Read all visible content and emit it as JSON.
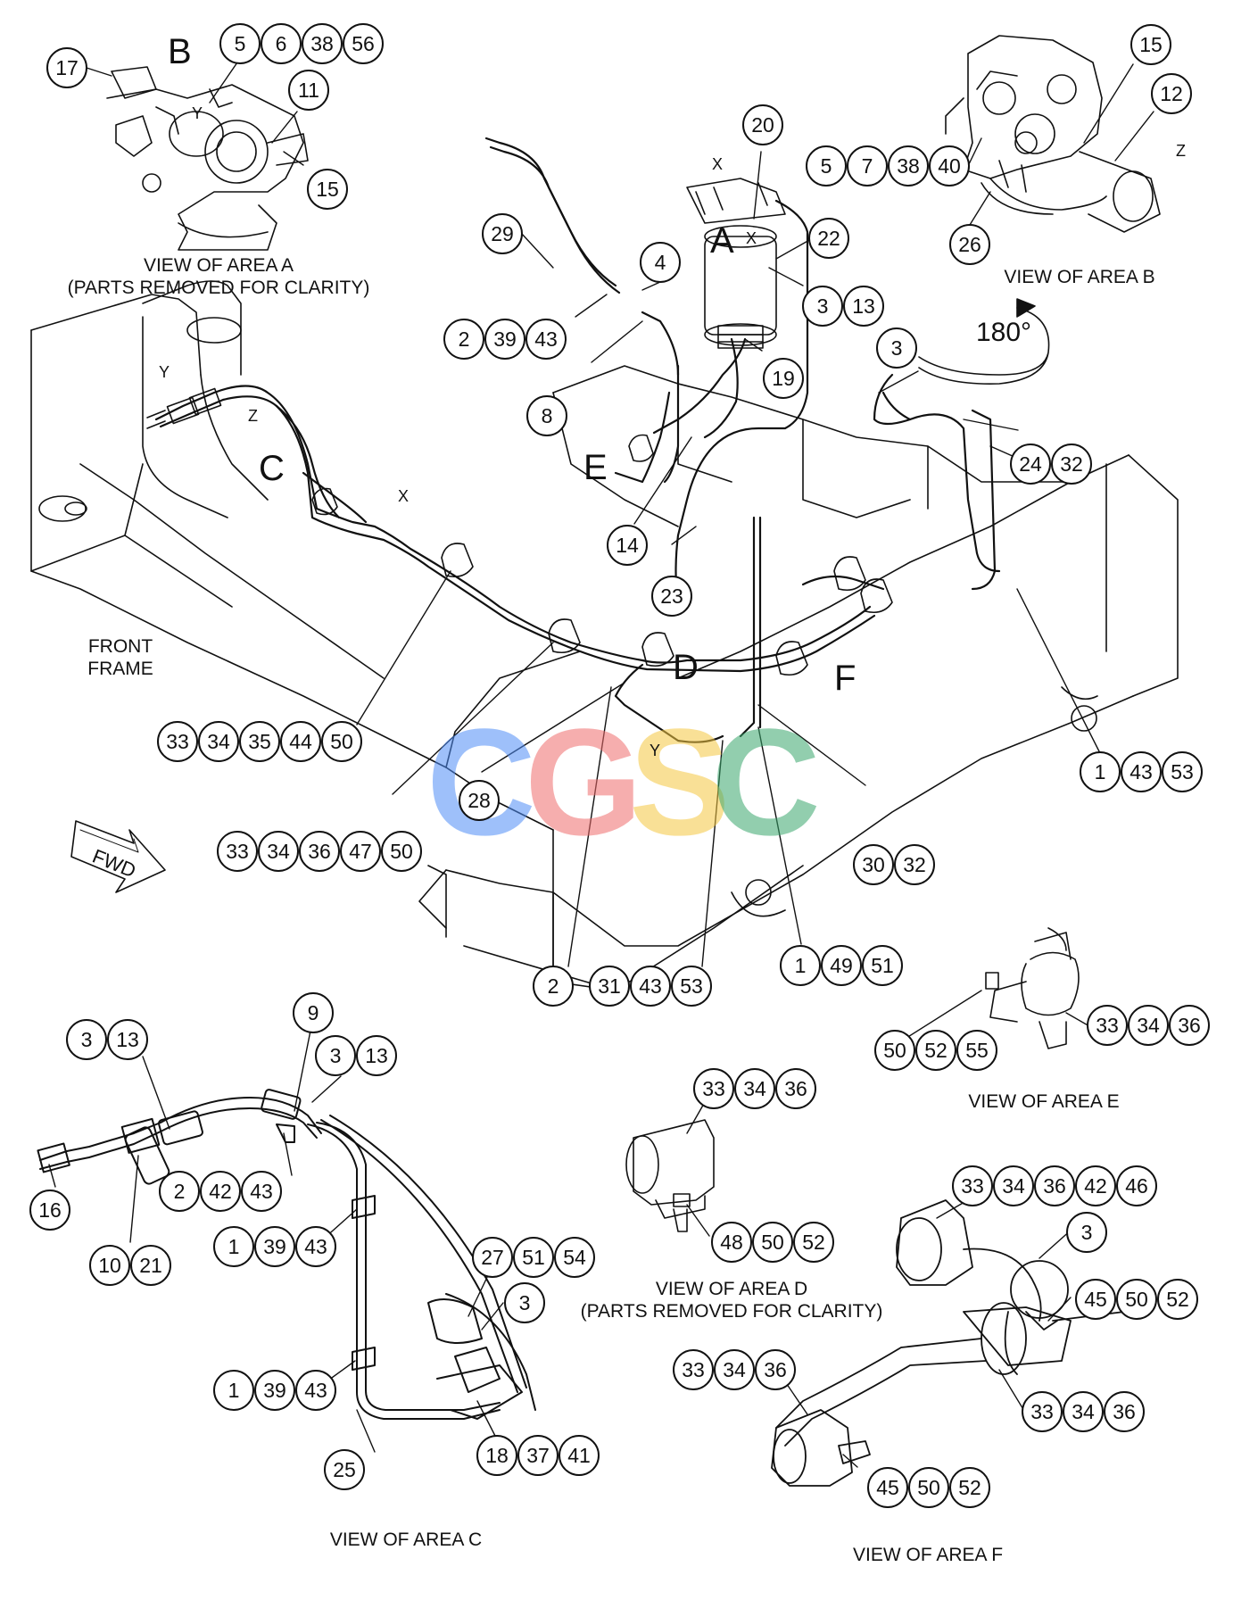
{
  "captions": {
    "area_a": [
      "VIEW OF AREA A",
      "(PARTS REMOVED FOR CLARITY)"
    ],
    "area_b": "VIEW OF AREA B",
    "area_c": "VIEW OF AREA C",
    "area_d": [
      "VIEW OF AREA D",
      "(PARTS REMOVED FOR CLARITY)"
    ],
    "area_e": "VIEW OF AREA E",
    "area_f": "VIEW OF AREA F",
    "front_frame": [
      "FRONT",
      "FRAME"
    ],
    "fwd": "FWD",
    "rotation": "180°"
  },
  "area_letters": [
    "A",
    "B",
    "C",
    "D",
    "E",
    "F"
  ],
  "connector_letters": [
    "X",
    "Y",
    "Z",
    "X",
    "Y",
    "Z",
    "X",
    "Y"
  ],
  "callout_groups": [
    [
      "17"
    ],
    [
      "5",
      "6",
      "38",
      "56"
    ],
    [
      "11"
    ],
    [
      "15"
    ],
    [
      "15"
    ],
    [
      "12"
    ],
    [
      "5",
      "7",
      "38",
      "40"
    ],
    [
      "26"
    ],
    [
      "20"
    ],
    [
      "22"
    ],
    [
      "3",
      "13"
    ],
    [
      "4"
    ],
    [
      "29"
    ],
    [
      "2",
      "39",
      "43"
    ],
    [
      "19"
    ],
    [
      "8"
    ],
    [
      "3"
    ],
    [
      "24",
      "32"
    ],
    [
      "14"
    ],
    [
      "23"
    ],
    [
      "33",
      "34",
      "35",
      "44",
      "50"
    ],
    [
      "28"
    ],
    [
      "33",
      "34",
      "36",
      "47",
      "50"
    ],
    [
      "30",
      "32"
    ],
    [
      "1",
      "43",
      "53"
    ],
    [
      "2"
    ],
    [
      "31",
      "43",
      "53"
    ],
    [
      "1",
      "49",
      "51"
    ],
    [
      "33",
      "34",
      "36"
    ],
    [
      "50",
      "52",
      "55"
    ],
    [
      "9"
    ],
    [
      "3",
      "13"
    ],
    [
      "3",
      "13"
    ],
    [
      "16"
    ],
    [
      "2",
      "42",
      "43"
    ],
    [
      "10",
      "21"
    ],
    [
      "1",
      "39",
      "43"
    ],
    [
      "27",
      "51",
      "54"
    ],
    [
      "3"
    ],
    [
      "1",
      "39",
      "43"
    ],
    [
      "18",
      "37",
      "41"
    ],
    [
      "25"
    ],
    [
      "33",
      "34",
      "36"
    ],
    [
      "48",
      "50",
      "52"
    ],
    [
      "33",
      "34",
      "36",
      "42",
      "46"
    ],
    [
      "3"
    ],
    [
      "45",
      "50",
      "52"
    ],
    [
      "33",
      "34",
      "36"
    ],
    [
      "33",
      "34",
      "36"
    ],
    [
      "45",
      "50",
      "52"
    ]
  ],
  "watermark": {
    "letters": [
      "C",
      "G",
      "S",
      "C"
    ],
    "colors": [
      "#4f8ef7",
      "#ef6d6d",
      "#f5c842",
      "#3aa76d"
    ]
  }
}
